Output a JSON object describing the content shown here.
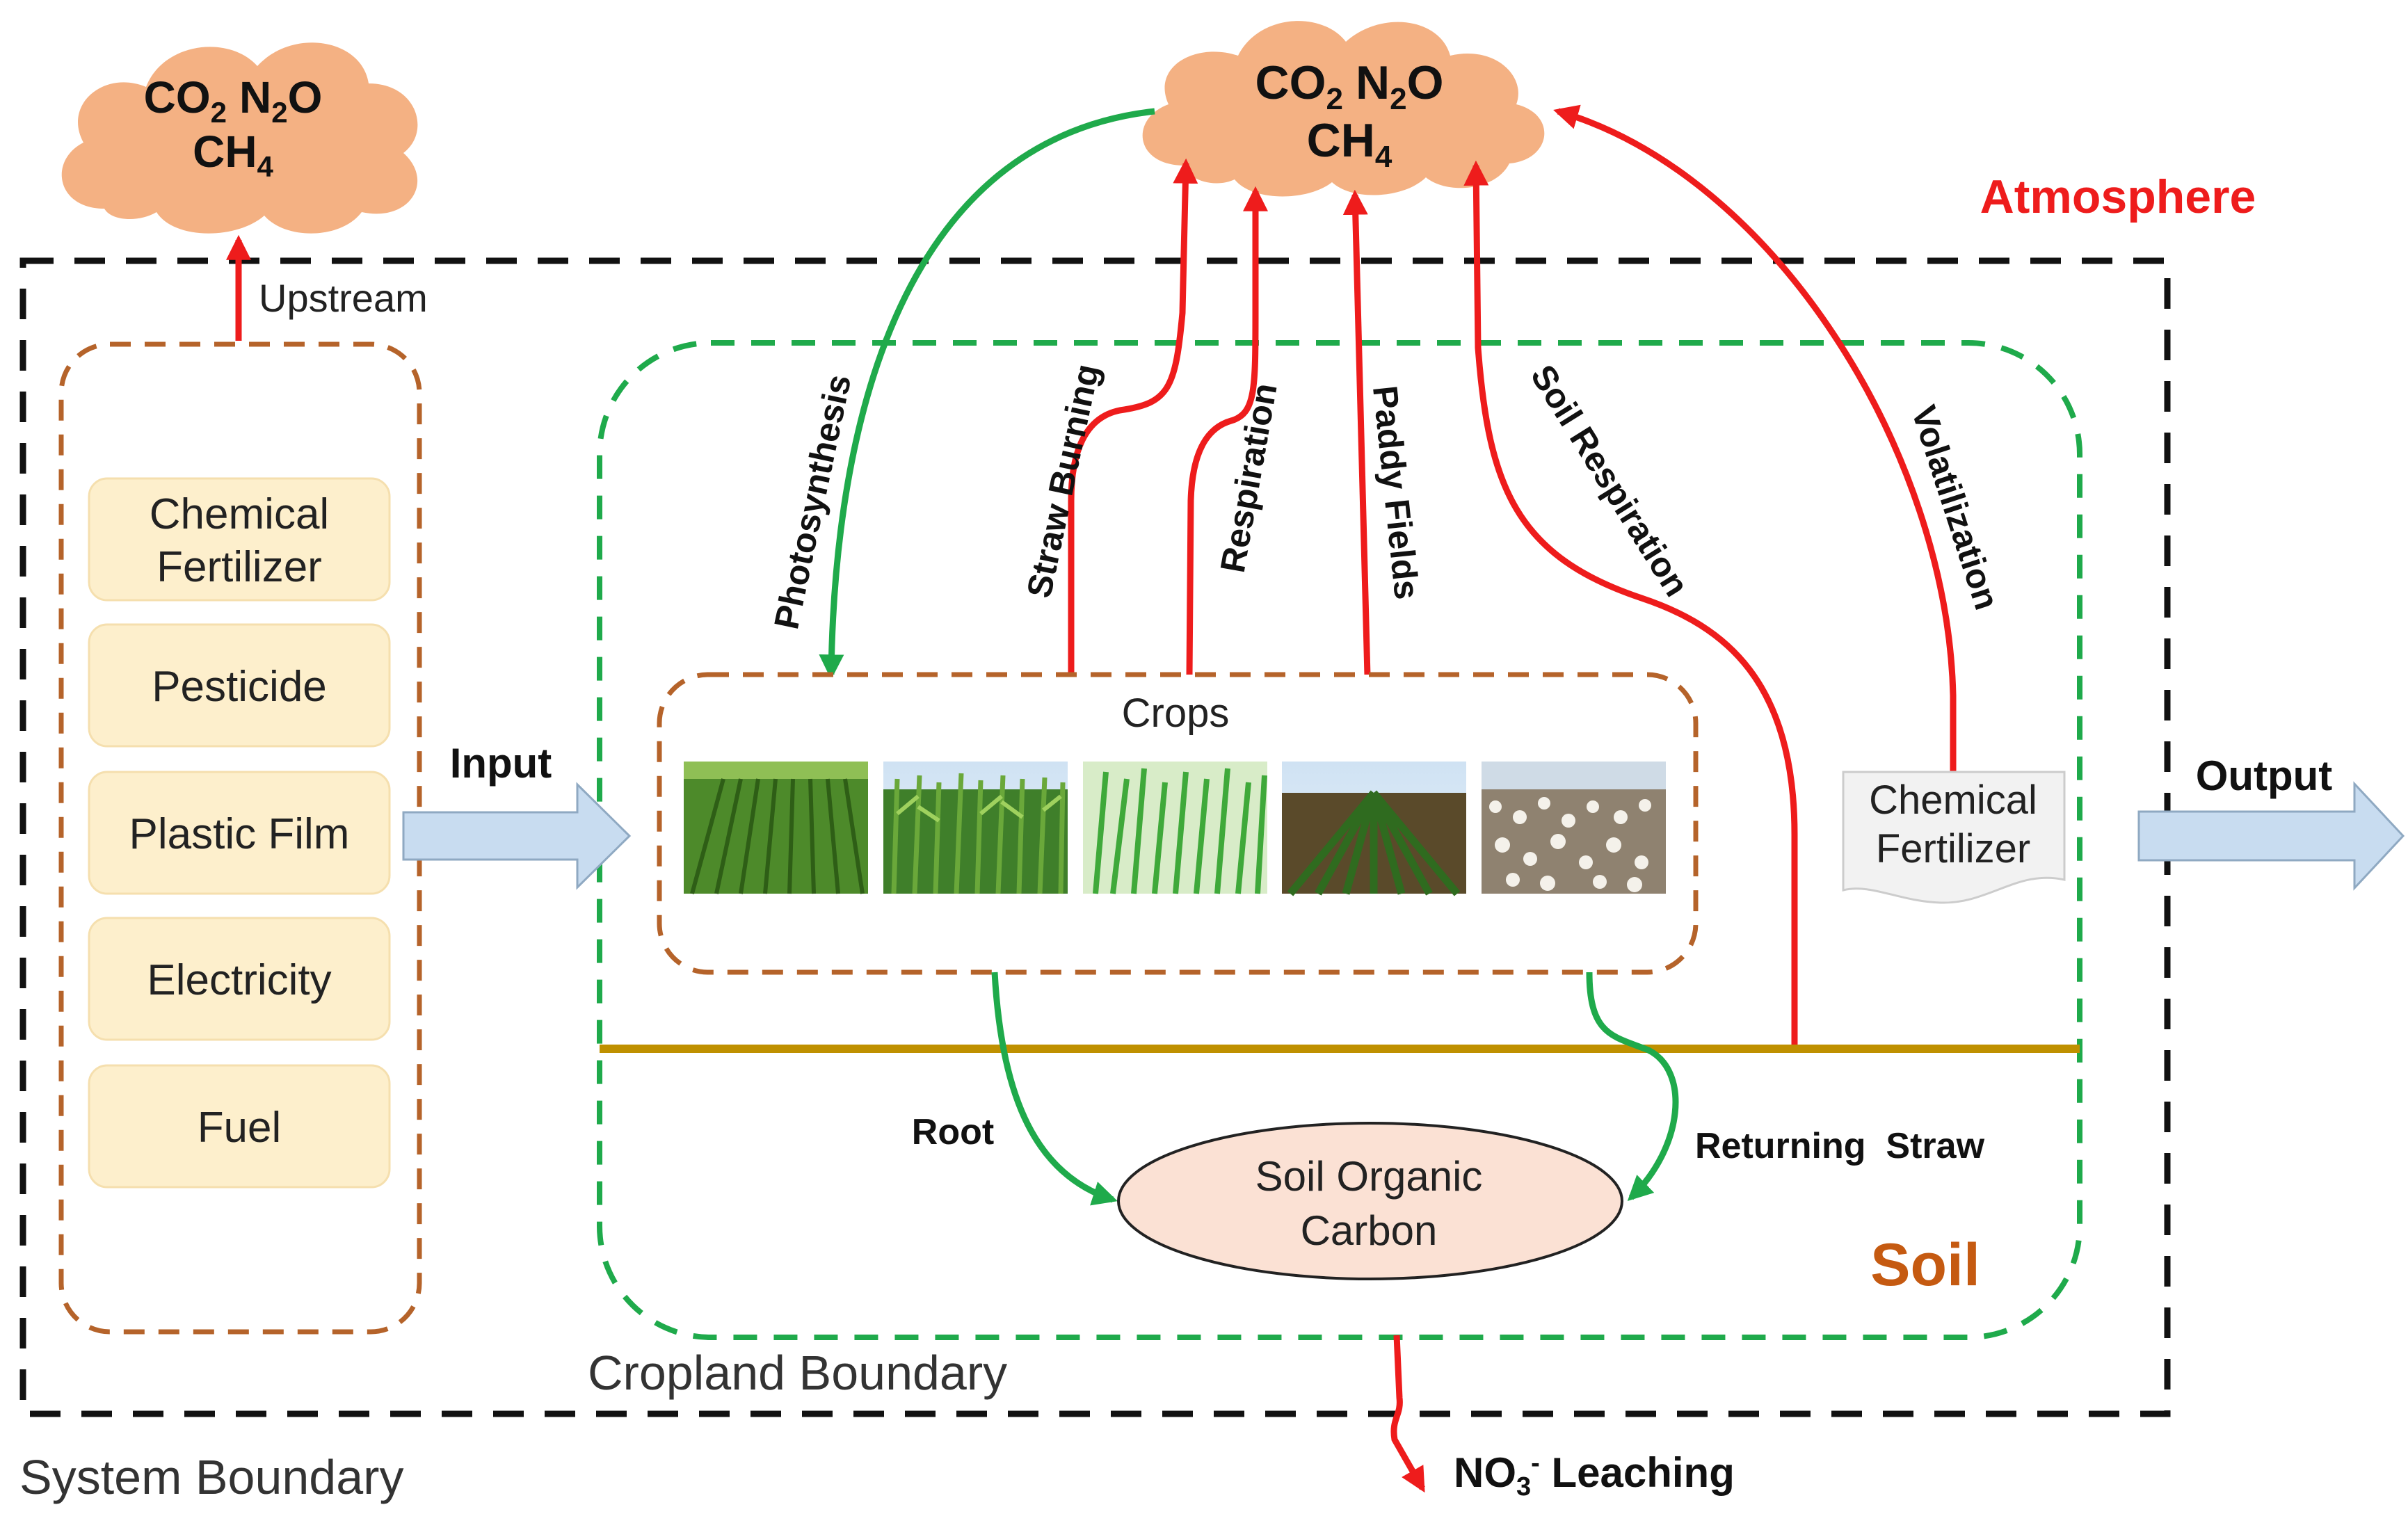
{
  "emissions": {
    "co2": "CO",
    "co2_sub": "2",
    "n2o_a": "N",
    "n2o_sub": "2",
    "n2o_b": "O",
    "ch4": "CH",
    "ch4_sub": "4"
  },
  "labels": {
    "upstream": "Upstream",
    "atmosphere": "Atmosphere",
    "input": "Input",
    "output": "Output",
    "crops": "Crops",
    "root": "Root",
    "returning_straw": "Returning  Straw",
    "soil": "Soil",
    "soc_line1": "Soil Organic",
    "soc_line2": "Carbon",
    "cropland_boundary": "Cropland Boundary",
    "system_boundary": "System Boundary",
    "leaching_a": "NO",
    "leaching_sub": "3",
    "leaching_sup": "-",
    "leaching_b": " Leaching"
  },
  "processes": {
    "photosynthesis": "Photosynthesis",
    "straw_burning": "Straw Burning",
    "respiration": "Respiration",
    "paddy_fields": "Paddy Fields",
    "soil_respiration": "Soil Respiration",
    "volatilization": "Volatilization"
  },
  "inputs": [
    {
      "line1": "Chemical",
      "line2": "Fertilizer"
    },
    {
      "line1": "Pesticide"
    },
    {
      "line1": "Plastic Film"
    },
    {
      "line1": "Electricity"
    },
    {
      "line1": "Fuel"
    }
  ],
  "fertilizer_doc": {
    "line1": "Chemical",
    "line2": "Fertilizer"
  },
  "crop_images": [
    "wheat-field",
    "maize-field",
    "rice-seedlings",
    "soybean-rows",
    "cotton-field"
  ],
  "colors": {
    "emission_cloud": "#f4b183",
    "emission_arrow": "#ee1c1c",
    "uptake_arrow": "#1faa4b",
    "atmosphere_text": "#ee1c1c",
    "soil_text": "#c55a11",
    "input_box": "#fdefcc",
    "crop_boundary": "#b5632a",
    "cropland_boundary": "#1faa4b",
    "ground_line": "#bf9000",
    "flow_arrow": "#c8dcf0",
    "soc_ellipse": "#fbe1d4"
  }
}
